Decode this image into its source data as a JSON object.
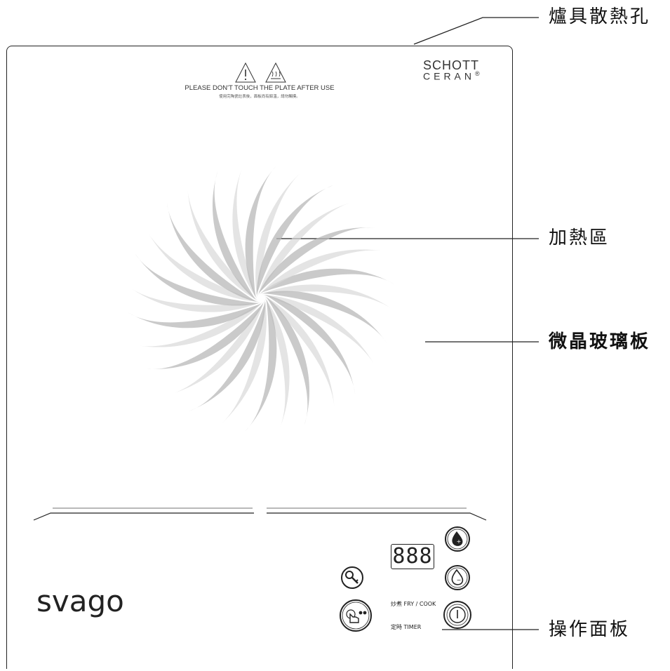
{
  "callouts": {
    "vent": "爐具散熱孔",
    "heating_zone": "加熱區",
    "glass_plate": "微晶玻璃板",
    "control_panel": "操作面板"
  },
  "warning": {
    "text_en": "PLEASE DON'T TOUCH THE PLATE AFTER USE",
    "text_zh": "使用完陶瓷灶表後，面板尚有餘溫，請勿觸摸。"
  },
  "glass_brand": {
    "line1": "SCHOTT",
    "line2": "CERAN",
    "mark": "®"
  },
  "logo": "svago",
  "panel": {
    "display_text": "888",
    "fry_cook_label": "炒煮 FRY / COOK",
    "timer_label": "定時 TIMER"
  },
  "icons": [
    "warning-icon",
    "hot-surface-icon",
    "lock-key-icon",
    "touch-hand-icon",
    "power-up-icon",
    "power-down-icon",
    "power-icon"
  ],
  "colors": {
    "outline": "#222222",
    "swirl": "#b8b8b8",
    "background": "#ffffff"
  }
}
